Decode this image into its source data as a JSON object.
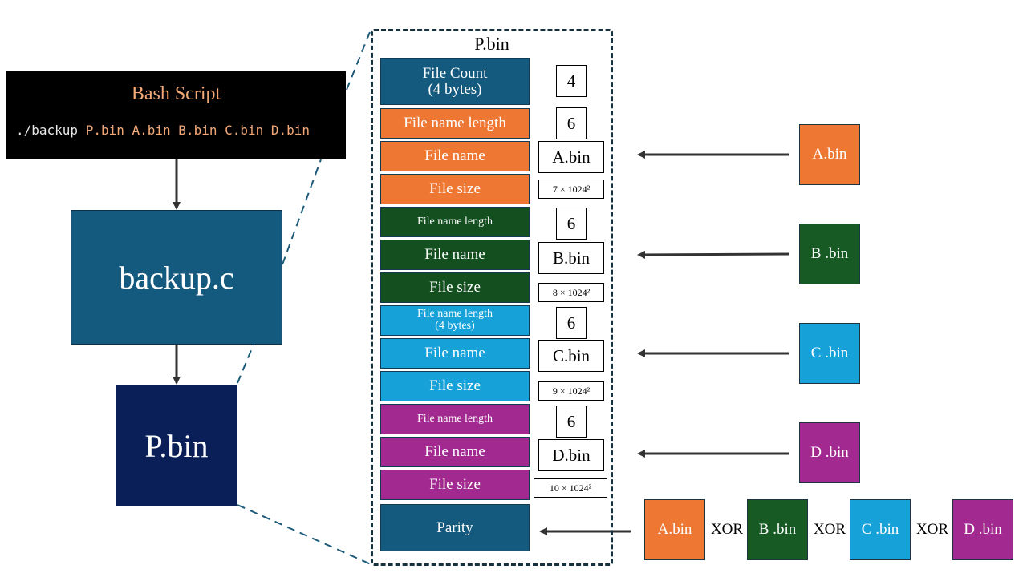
{
  "colors": {
    "orange": "#ee7734",
    "dark_green": "#175a24",
    "field_dark_green": "#134f1f",
    "light_blue": "#16a2d8",
    "purple": "#a1298f",
    "navy": "#0a1f57",
    "steel_blue": "#145a7e",
    "script_title": "#f3a876",
    "cmd_white": "#e8e8e8",
    "cmd_orange": "#f3a876",
    "arrow": "#333333",
    "dashed_line": "#1d5b7a"
  },
  "bash_script": {
    "title": "Bash Script",
    "command_prefix": "./backup ",
    "command_args": "P.bin A.bin B.bin C.bin D.bin"
  },
  "backup_c": {
    "label": "backup.c"
  },
  "p_bin_node": {
    "label": "P.bin"
  },
  "p_bin_layout": {
    "title": "P.bin",
    "rows": [
      {
        "field": "File Count\n(4 bytes)",
        "value": "4",
        "group": "header"
      },
      {
        "field": "File name length",
        "value": "6",
        "group": "A"
      },
      {
        "field": "File name",
        "value": "A.bin",
        "group": "A"
      },
      {
        "field": "File size",
        "value": "7 × 1024²",
        "group": "A"
      },
      {
        "field": "File name length",
        "value": "6",
        "group": "B"
      },
      {
        "field": "File name",
        "value": "B.bin",
        "group": "B"
      },
      {
        "field": "File size",
        "value": "8 × 1024²",
        "group": "B"
      },
      {
        "field": "File name length\n(4 bytes)",
        "value": "6",
        "group": "C"
      },
      {
        "field": "File name",
        "value": "C.bin",
        "group": "C"
      },
      {
        "field": "File size",
        "value": "9 × 1024²",
        "group": "C"
      },
      {
        "field": "File name length",
        "value": "6",
        "group": "D"
      },
      {
        "field": "File name",
        "value": "D.bin",
        "group": "D"
      },
      {
        "field": "File size",
        "value": "10 × 1024²",
        "group": "D"
      },
      {
        "field": "Parity",
        "value": "",
        "group": "header"
      }
    ]
  },
  "source_files": [
    "A.bin",
    "B .bin",
    "C .bin",
    "D .bin"
  ],
  "xor_chain": {
    "operands": [
      "A.bin",
      "B .bin",
      "C .bin",
      "D .bin"
    ],
    "operator": "XOR"
  }
}
